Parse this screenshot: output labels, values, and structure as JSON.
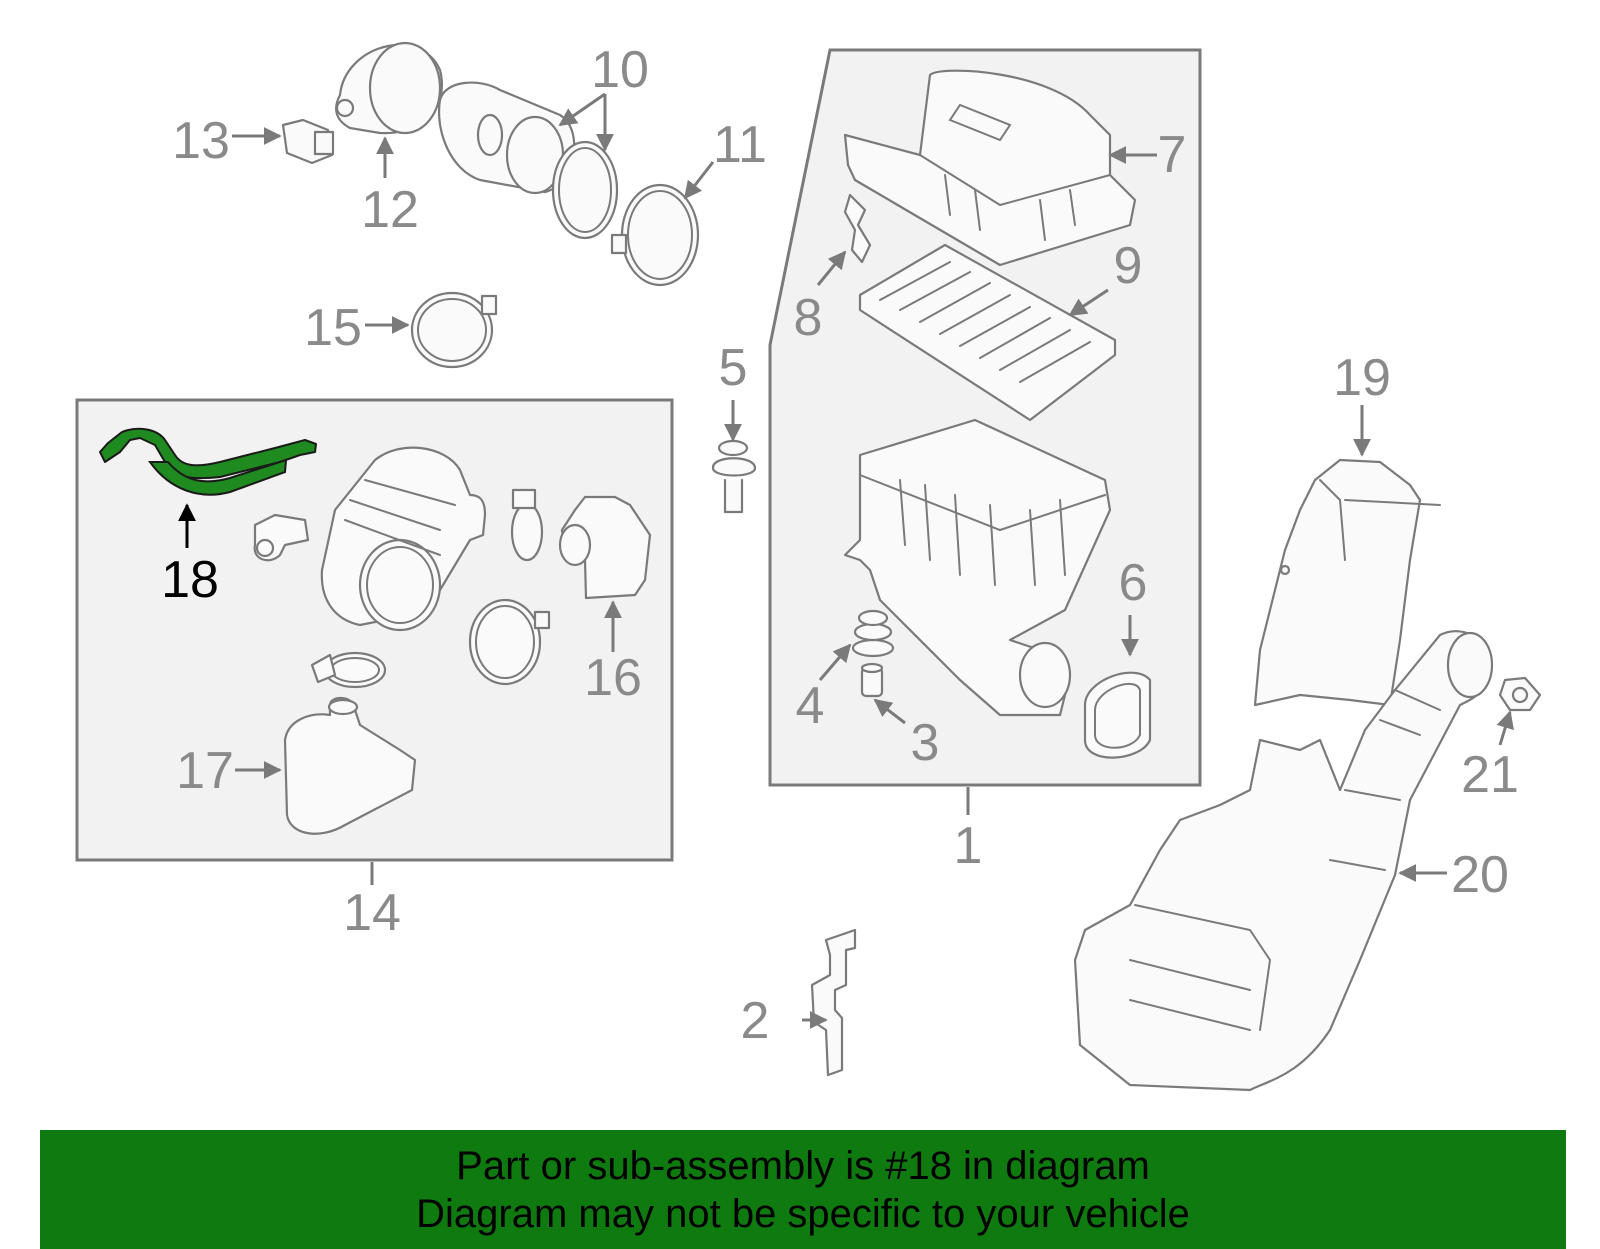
{
  "diagram": {
    "labels": [
      {
        "id": "1",
        "text": "1"
      },
      {
        "id": "2",
        "text": "2"
      },
      {
        "id": "3",
        "text": "3"
      },
      {
        "id": "4",
        "text": "4"
      },
      {
        "id": "5",
        "text": "5"
      },
      {
        "id": "6",
        "text": "6"
      },
      {
        "id": "7",
        "text": "7"
      },
      {
        "id": "8",
        "text": "8"
      },
      {
        "id": "9",
        "text": "9"
      },
      {
        "id": "10",
        "text": "10"
      },
      {
        "id": "11",
        "text": "11"
      },
      {
        "id": "12",
        "text": "12"
      },
      {
        "id": "13",
        "text": "13"
      },
      {
        "id": "14",
        "text": "14"
      },
      {
        "id": "15",
        "text": "15"
      },
      {
        "id": "16",
        "text": "16"
      },
      {
        "id": "17",
        "text": "17"
      },
      {
        "id": "18",
        "text": "18"
      },
      {
        "id": "19",
        "text": "19"
      },
      {
        "id": "20",
        "text": "20"
      },
      {
        "id": "21",
        "text": "21"
      }
    ],
    "highlighted_part": "18",
    "colors": {
      "highlight": "#1f8a1f",
      "line": "#7a7a7a",
      "box_fill": "#f2f2f2",
      "banner": "#0f7a0f"
    }
  },
  "banner": {
    "line1": "Part or sub-assembly is #18 in diagram",
    "line2": "Diagram may not be specific to your vehicle"
  }
}
